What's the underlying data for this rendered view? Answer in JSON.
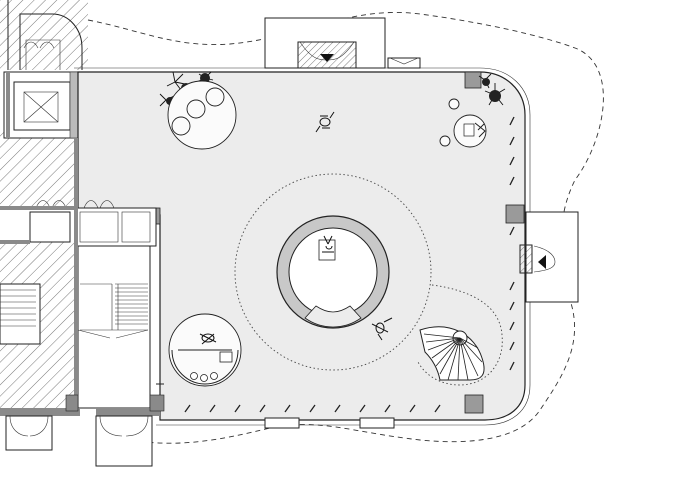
{
  "drawing": {
    "type": "architectural floor plan",
    "background_color": "#ffffff",
    "floor_fill": "#ececec",
    "wall_color": "#8a8a8a",
    "line_color": "#222222",
    "elements": [
      "main-hall",
      "circular-core-room",
      "spiral-staircase",
      "round-reception-desk",
      "lounge-table",
      "elevators",
      "main-staircase",
      "entrances",
      "landscaping-boundary"
    ]
  }
}
